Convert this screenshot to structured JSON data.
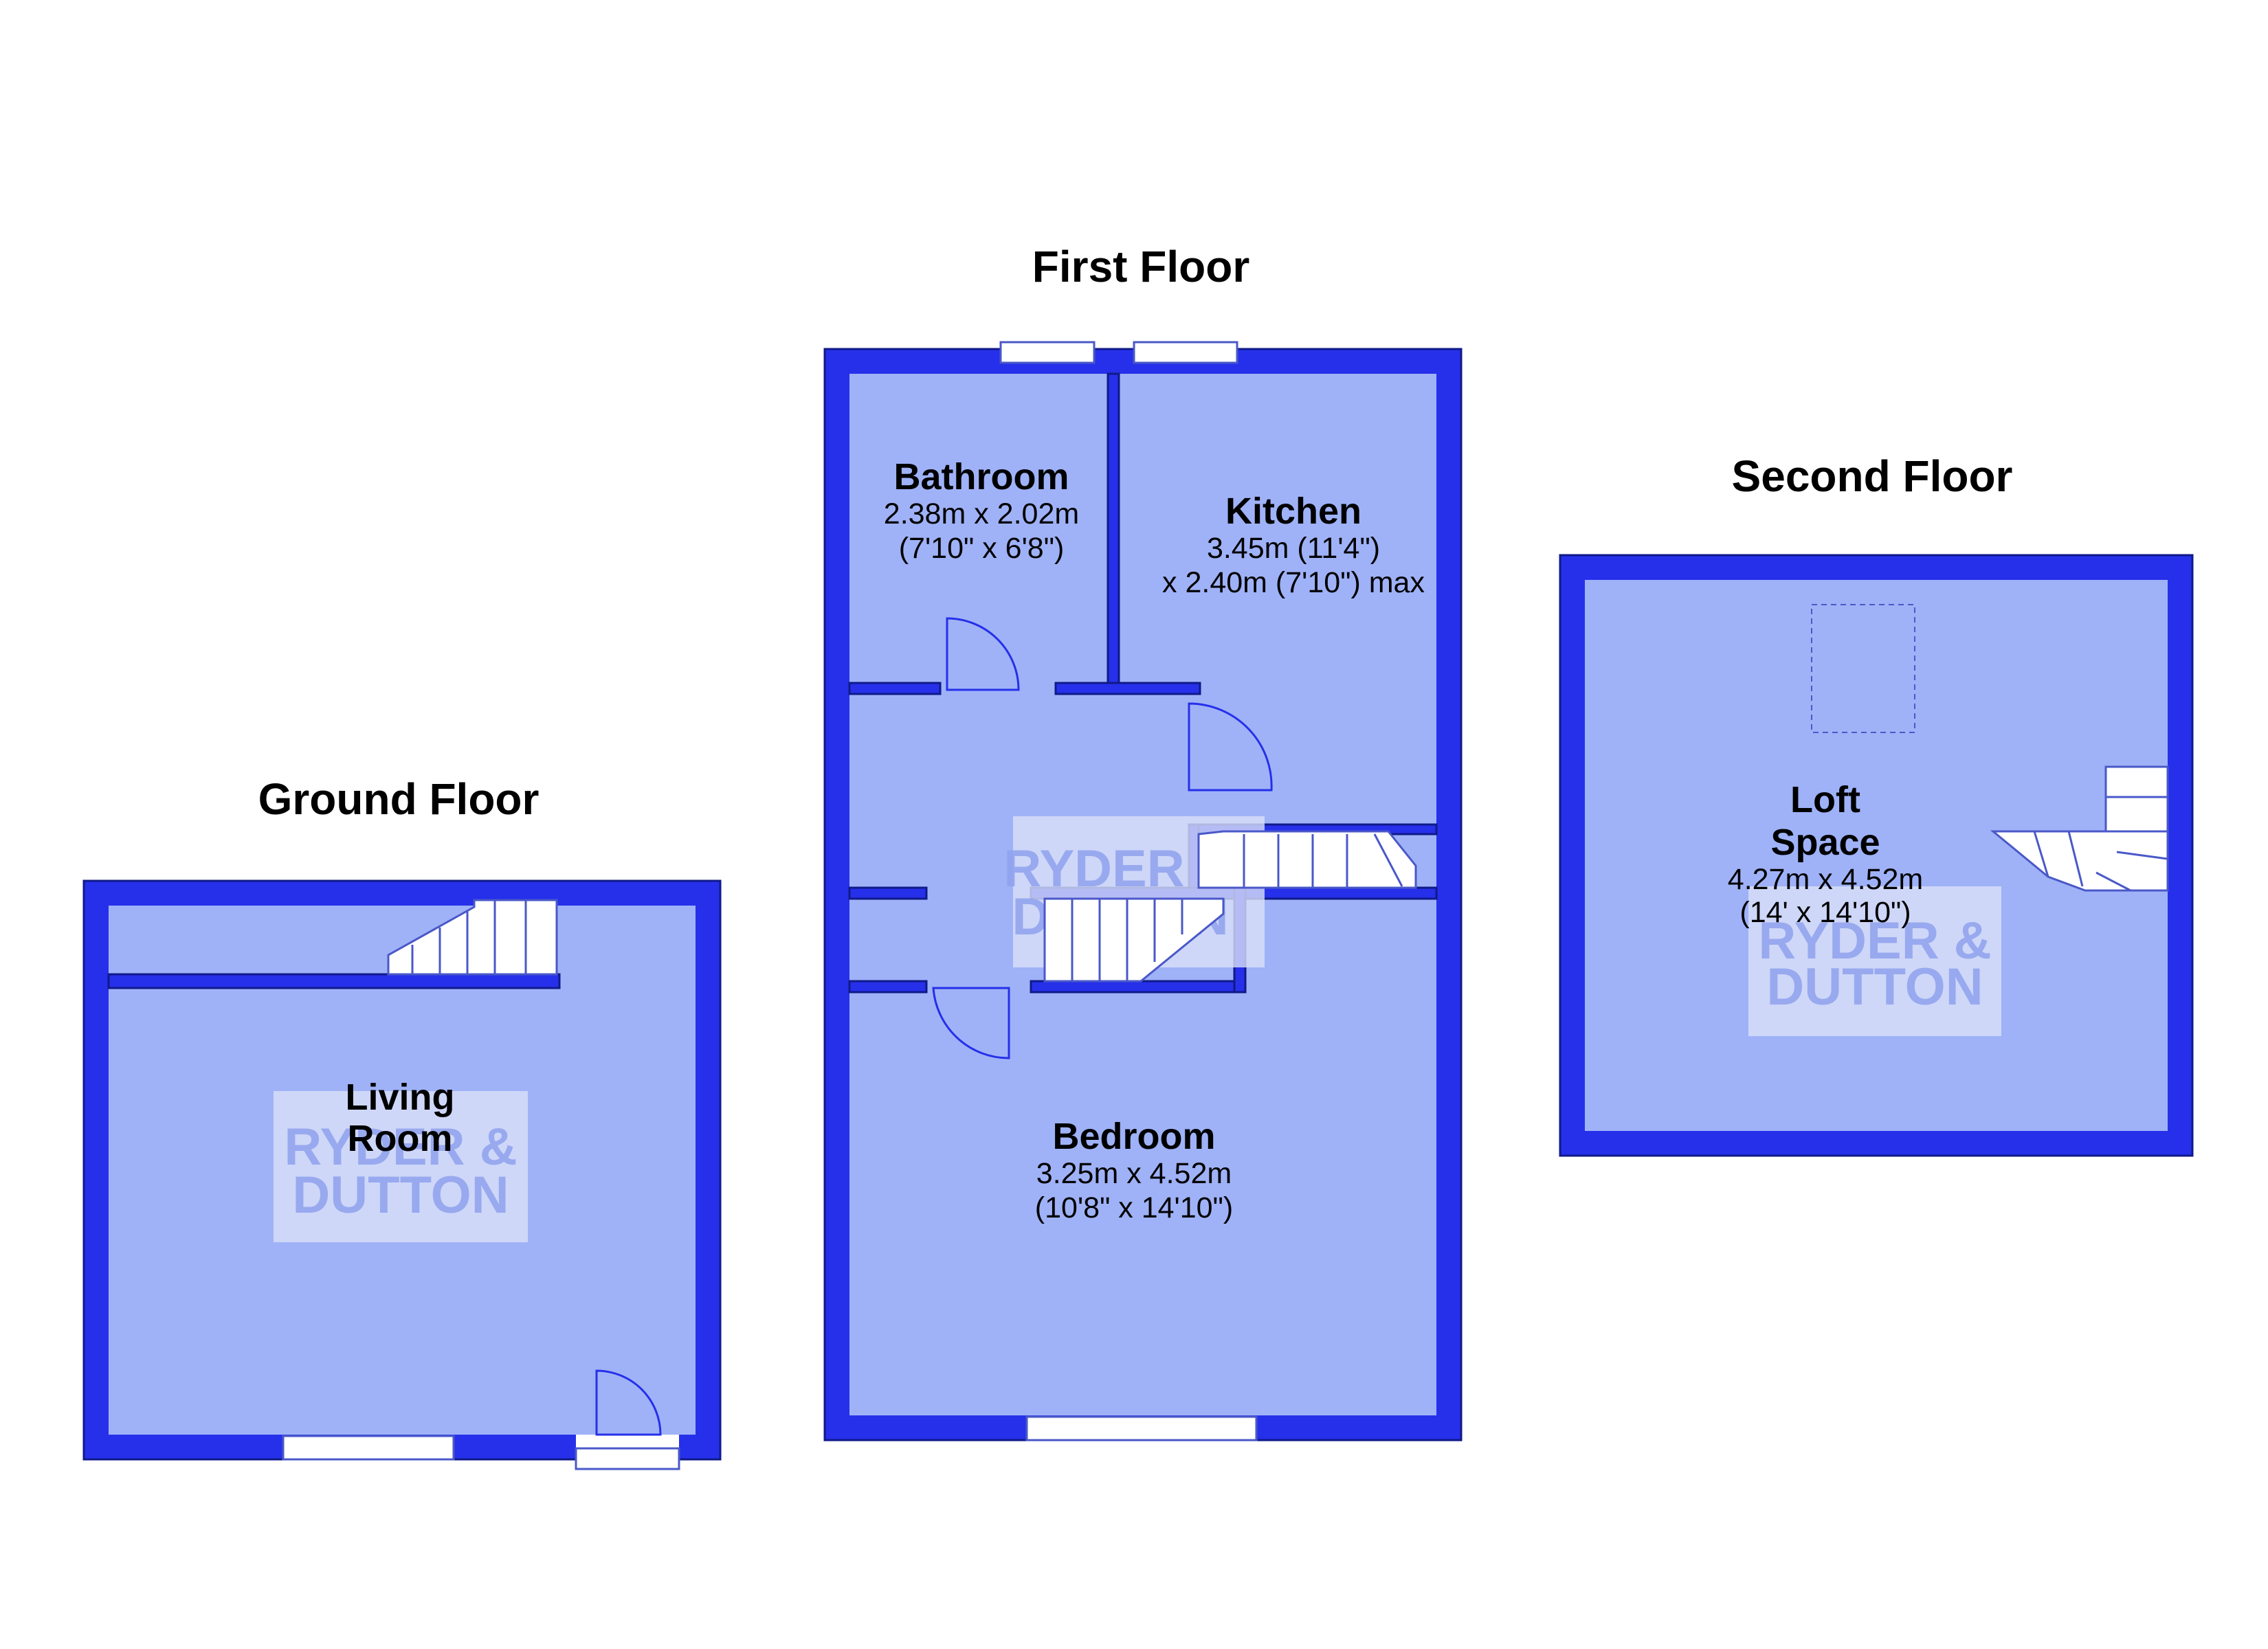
{
  "floors": {
    "ground": {
      "title": "Ground Floor"
    },
    "first": {
      "title": "First Floor"
    },
    "second": {
      "title": "Second Floor"
    }
  },
  "rooms": {
    "living_room": {
      "name_line1": "Living",
      "name_line2": "Room"
    },
    "bathroom": {
      "name": "Bathroom",
      "dim1": "2.38m x 2.02m",
      "dim2": "(7'10\" x 6'8\")"
    },
    "kitchen": {
      "name": "Kitchen",
      "dim1": "3.45m (11'4\")",
      "dim2": "x 2.40m (7'10\") max"
    },
    "bedroom": {
      "name": "Bedroom",
      "dim1": "3.25m x 4.52m",
      "dim2": "(10'8\" x 14'10\")"
    },
    "loft": {
      "name_line1": "Loft",
      "name_line2": "Space",
      "dim1": "4.27m x 4.52m",
      "dim2": "(14' x 14'10\")"
    }
  },
  "watermark": {
    "line1": "RYDER &",
    "line2": "DUTTON"
  },
  "colors": {
    "wall": "#2630ea",
    "floor": "#9fb2f7",
    "watermark_box": "#d9e0f7"
  }
}
